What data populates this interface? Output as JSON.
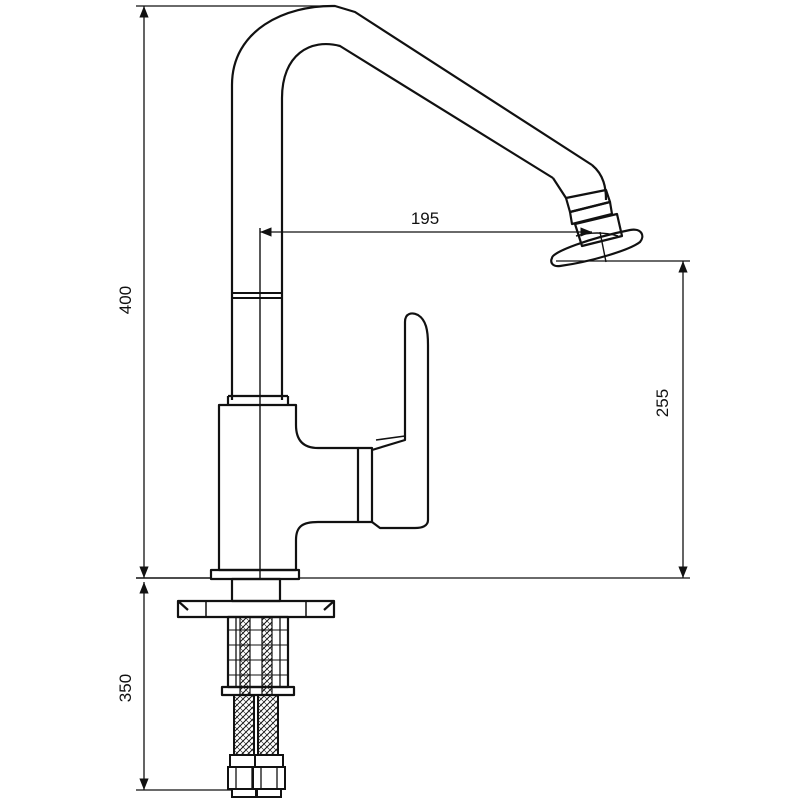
{
  "dimensions": {
    "total_height": "400",
    "spout_reach": "195",
    "spout_height": "255",
    "hose_length": "350"
  },
  "colors": {
    "line": "#111111",
    "background": "#ffffff"
  }
}
